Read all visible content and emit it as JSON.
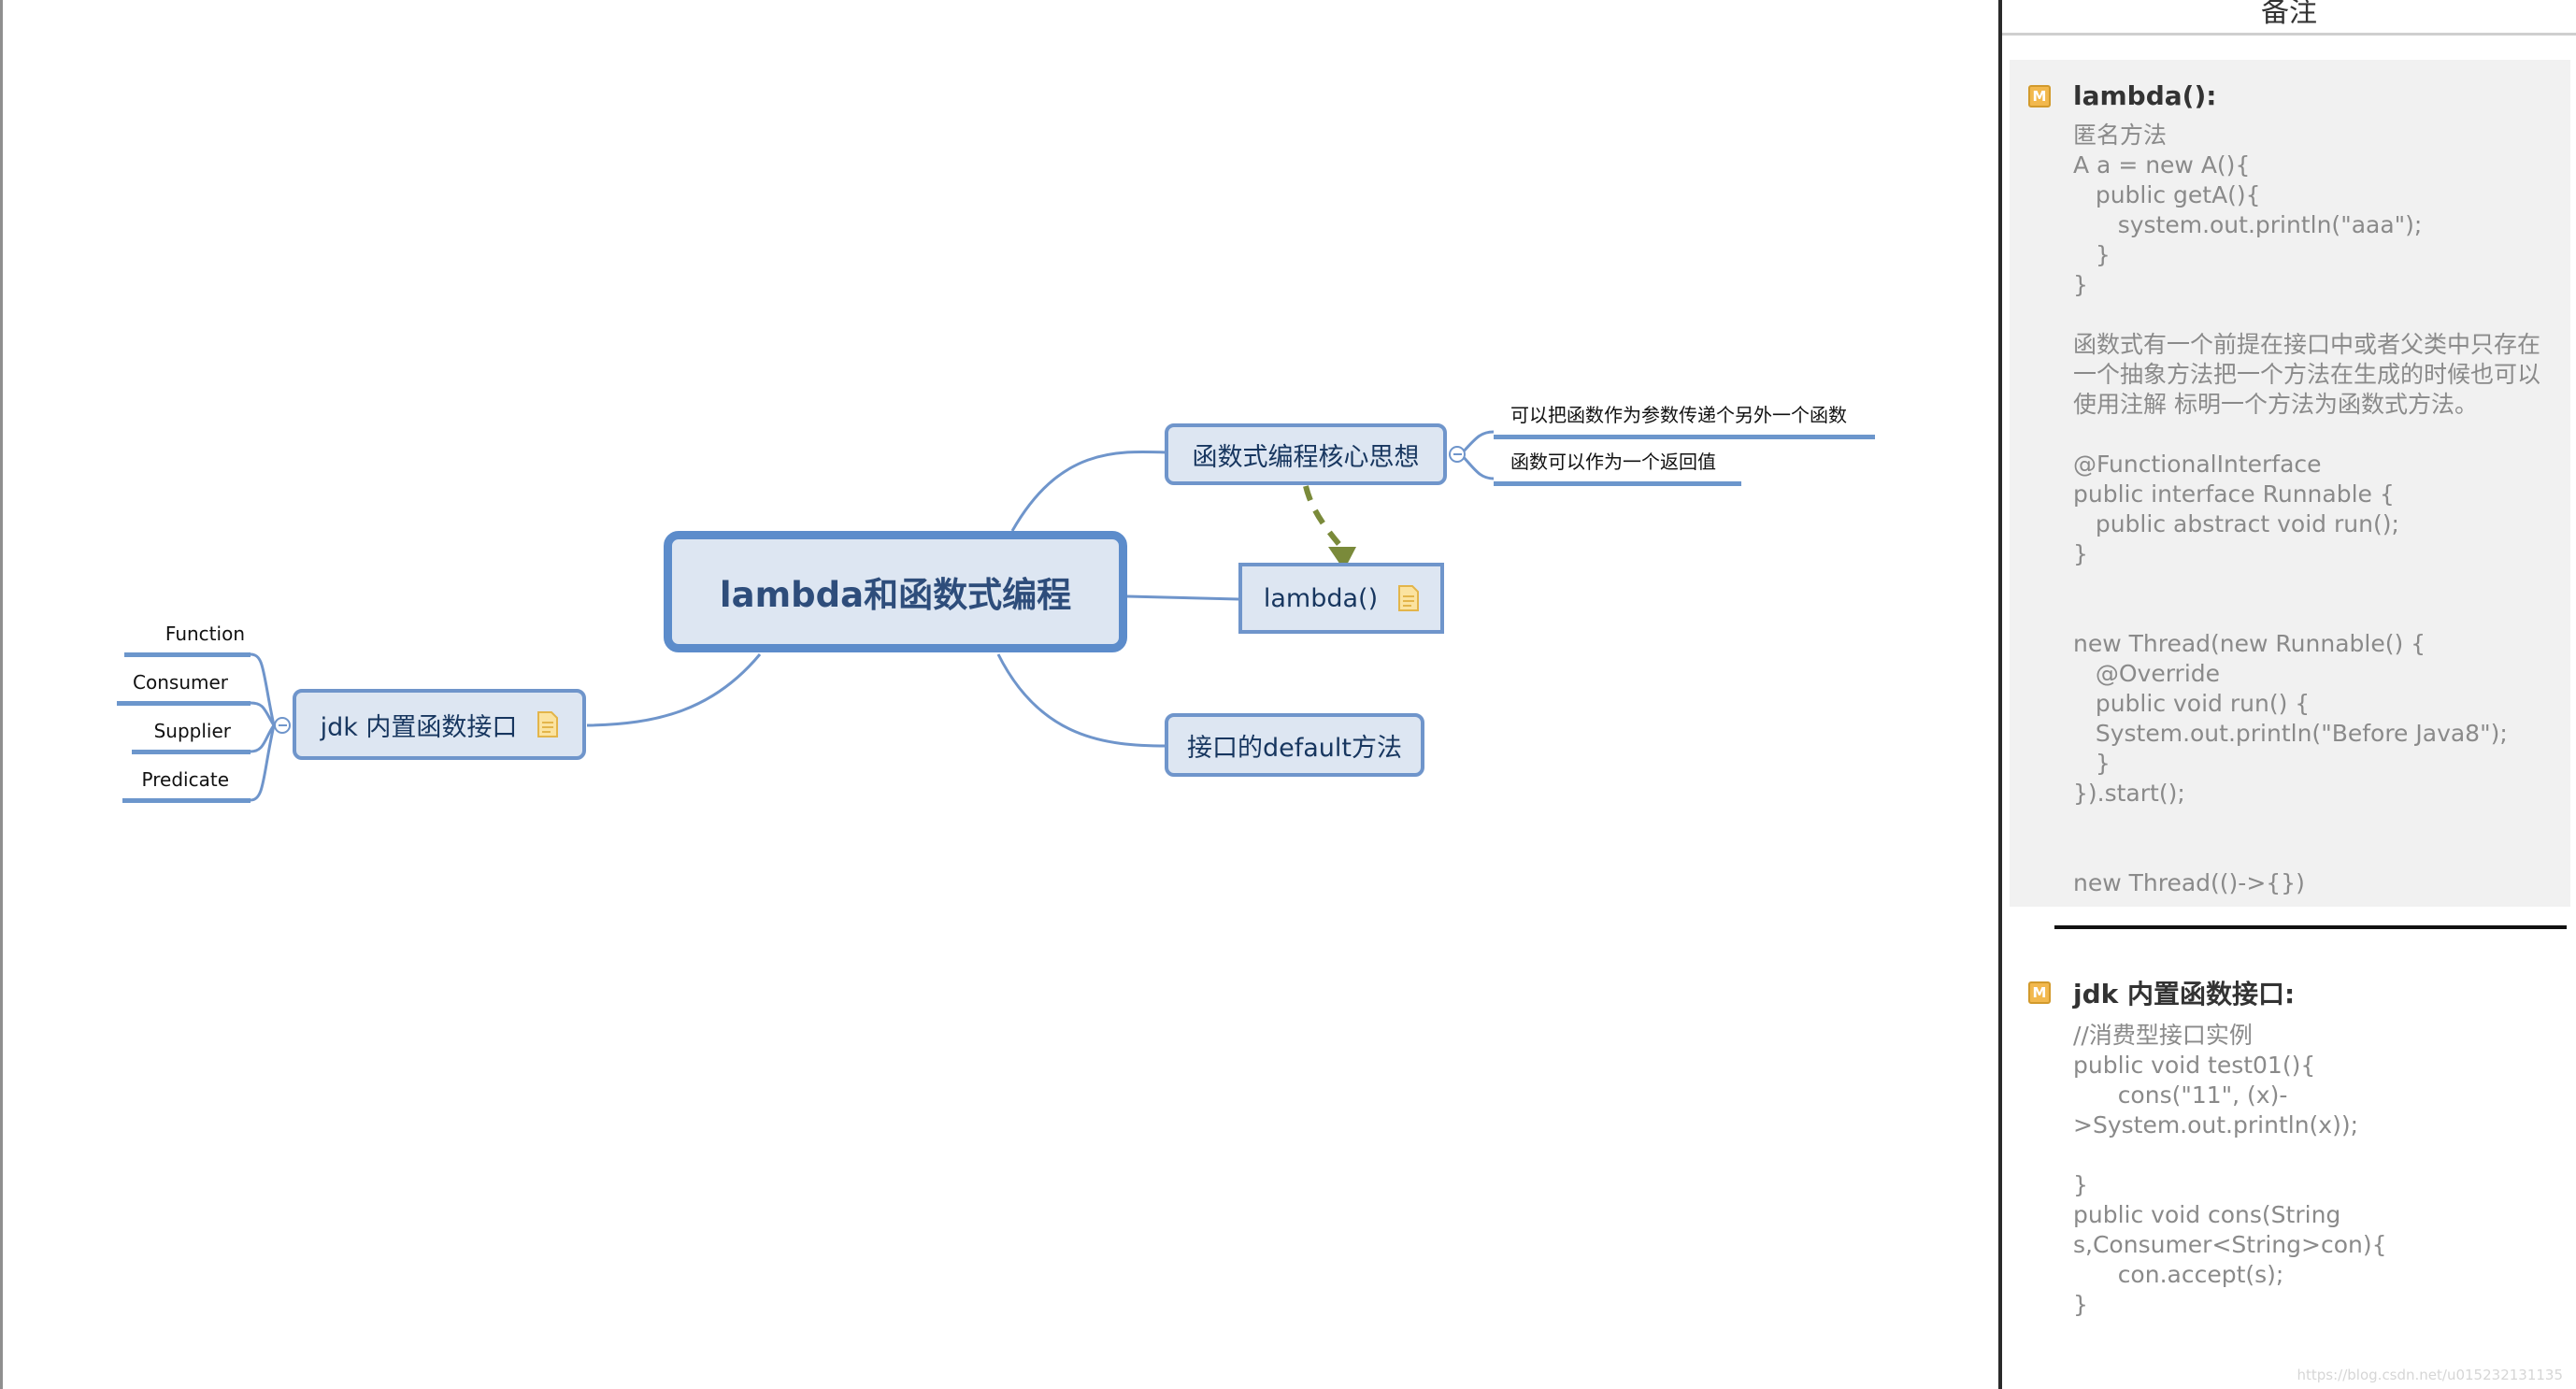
{
  "mindmap": {
    "root": "lambda和函数式编程",
    "topics": {
      "core_idea": "函数式编程核心思想",
      "lambda": "lambda()",
      "default_method": "接口的default方法",
      "jdk_interfaces": "jdk 内置函数接口"
    },
    "core_idea_children": [
      "可以把函数作为参数传递个另外一个函数",
      "函数可以作为一个返回值"
    ],
    "jdk_children": [
      "Function",
      "Consumer",
      "Supplier",
      "Predicate"
    ],
    "colors": {
      "node_fill": "#dde6f2",
      "node_border": "#6f95cb",
      "connector": "#6f95cb",
      "relationship_arrow": "#7a8a3a",
      "note_icon": "#f2cf6e"
    },
    "icons": {
      "note": "note-icon",
      "collapse": "collapse-minus-icon"
    }
  },
  "notes_panel": {
    "title": "备注",
    "badge": "M",
    "notes": [
      {
        "heading": "lambda():",
        "body": "匿名方法\nA a = new A(){\n   public getA(){\n      system.out.println(\"aaa\");\n   }\n}\n\n函数式有一个前提在接口中或者父类中只存在一个抽象方法把一个方法在生成的时候也可以使用注解 标明一个方法为函数式方法。\n\n@FunctionalInterface\npublic interface Runnable {\n   public abstract void run();\n}\n\n\nnew Thread(new Runnable() {\n   @Override\n   public void run() {\n   System.out.println(\"Before Java8\");\n   }\n}).start();\n\n\nnew Thread(()->{})"
      },
      {
        "heading": "jdk 内置函数接口:",
        "body": "//消费型接口实例\npublic void test01(){\n      cons(\"11\", (x)->System.out.println(x));\n\n}\npublic void cons(String s,Consumer<String>con){\n      con.accept(s);\n}"
      }
    ],
    "watermark": "https://blog.csdn.net/u015232131135"
  }
}
